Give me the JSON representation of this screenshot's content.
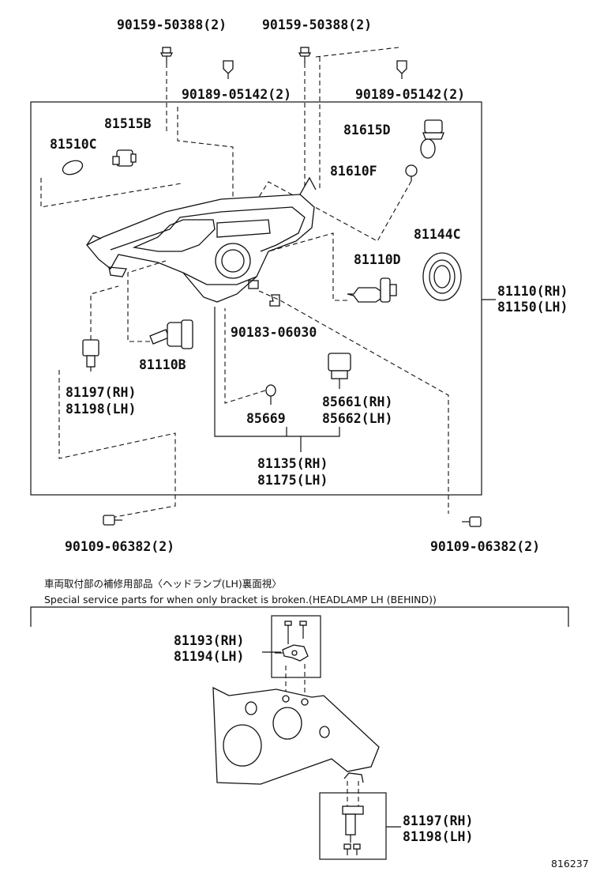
{
  "labels": {
    "p_9015950388_a": "90159-50388(2)",
    "p_9015950388_b": "90159-50388(2)",
    "p_9018905142_a": "90189-05142(2)",
    "p_9018905142_b": "90189-05142(2)",
    "p_81515B": "81515B",
    "p_81510C": "81510C",
    "p_81615D": "81615D",
    "p_81610F": "81610F",
    "p_81144C": "81144C",
    "p_81110D": "81110D",
    "p_81110RH": "81110(RH)",
    "p_81150LH": "81150(LH)",
    "p_9018306030": "90183-06030",
    "p_81110B": "81110B",
    "p_81197RH": "81197(RH)",
    "p_81198LH": "81198(LH)",
    "p_85669": "85669",
    "p_85661RH": "85661(RH)",
    "p_85662LH": "85662(LH)",
    "p_81135RH": "81135(RH)",
    "p_81175LH": "81175(LH)",
    "p_9010906382_a": "90109-06382(2)",
    "p_9010906382_b": "90109-06382(2)",
    "p_81193RH": "81193(RH)",
    "p_81194LH": "81194(LH)",
    "p_81197RH_b": "81197(RH)",
    "p_81198LH_b": "81198(LH)"
  },
  "notes": {
    "jp_caption": "車両取付部の補修用部品〈ヘッドランプ(LH)裏面視〉",
    "en_caption": "Special service parts for when only bracket is broken.(HEADLAMP LH (BEHIND))"
  },
  "figure_ref": "816237"
}
